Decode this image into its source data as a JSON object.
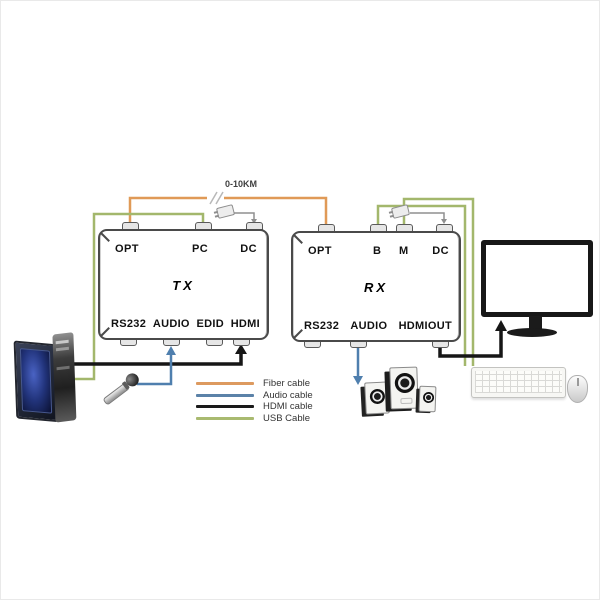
{
  "diagram": {
    "distance_label": "0-10KM",
    "tx_unit": {
      "name": "TX",
      "top_ports": [
        "OPT",
        "PC",
        "DC"
      ],
      "bottom_ports": [
        "RS232",
        "AUDIO",
        "EDID",
        "HDMI"
      ]
    },
    "rx_unit": {
      "name": "RX",
      "top_ports": [
        "OPT",
        "B",
        "M",
        "DC"
      ],
      "bottom_ports": [
        "RS232",
        "AUDIO",
        "HDMIOUT"
      ]
    },
    "legend": [
      {
        "label": "Fiber cable",
        "color": "#dd9a5f"
      },
      {
        "label": "Audio cable",
        "color": "#5b82a8"
      },
      {
        "label": "HDMI cable",
        "color": "#1a1a1a"
      },
      {
        "label": "USB Cable",
        "color": "#a9ba70"
      }
    ]
  },
  "colors": {
    "fiber": "#e09a57",
    "audio": "#4f7fae",
    "hdmi": "#161616",
    "usb": "#a3b76c",
    "power_wire": "#8f8f8f",
    "break_mark": "#b8b8b8"
  },
  "icons": {
    "computer": "computer-tower-icon",
    "microphone": "microphone-icon",
    "speakers": "speaker-set-icon",
    "monitor": "monitor-icon",
    "keyboard": "keyboard-icon",
    "mouse": "mouse-icon",
    "power_adapter": "power-adapter-icon"
  }
}
